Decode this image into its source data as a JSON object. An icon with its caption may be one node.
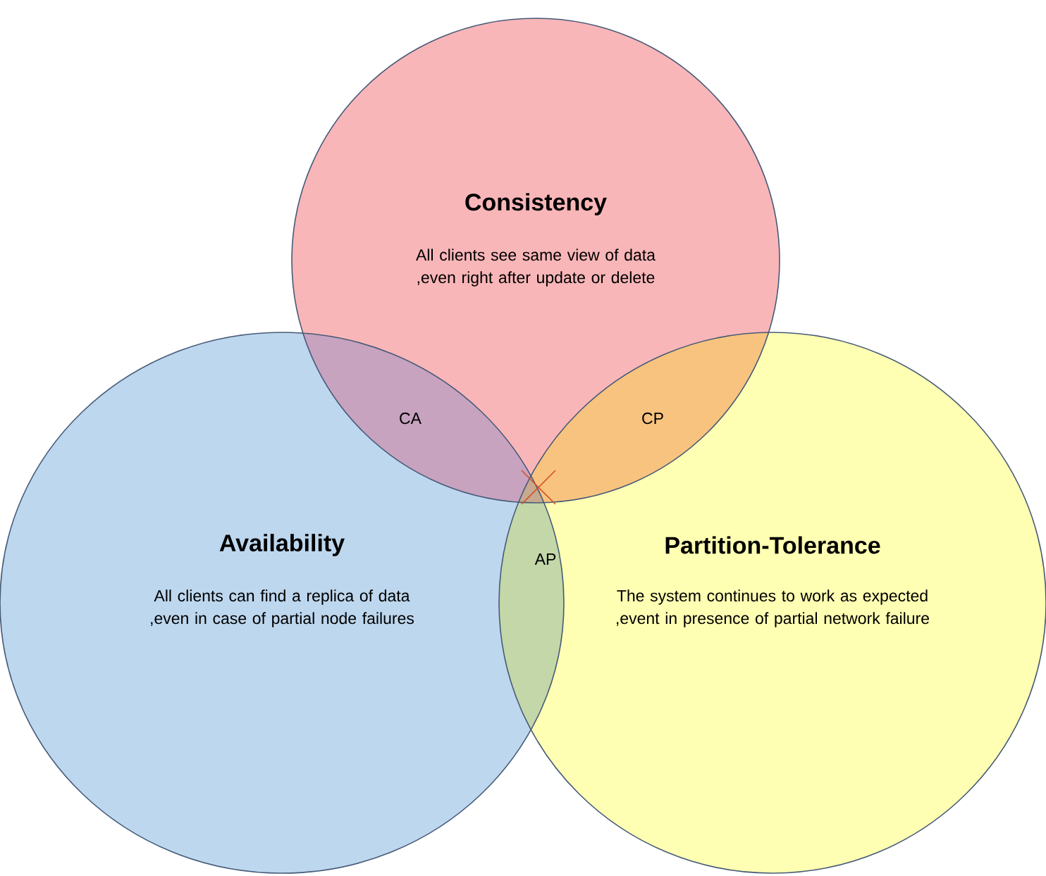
{
  "diagram": {
    "nodes": [
      {
        "text": [
          "Consistency",
          "All clients see same view of data ,even right after update or delete"
        ]
      },
      {
        "text": [
          "Availability",
          "All clients can find a replica of data ,even in case of partial node failures"
        ]
      },
      {
        "text": [
          "Partition-Tolerance",
          "The system continues to work as expected ,event in presence of partial network failure"
        ]
      }
    ],
    "labels": [
      "CA",
      "CP",
      "AP"
    ]
  }
}
